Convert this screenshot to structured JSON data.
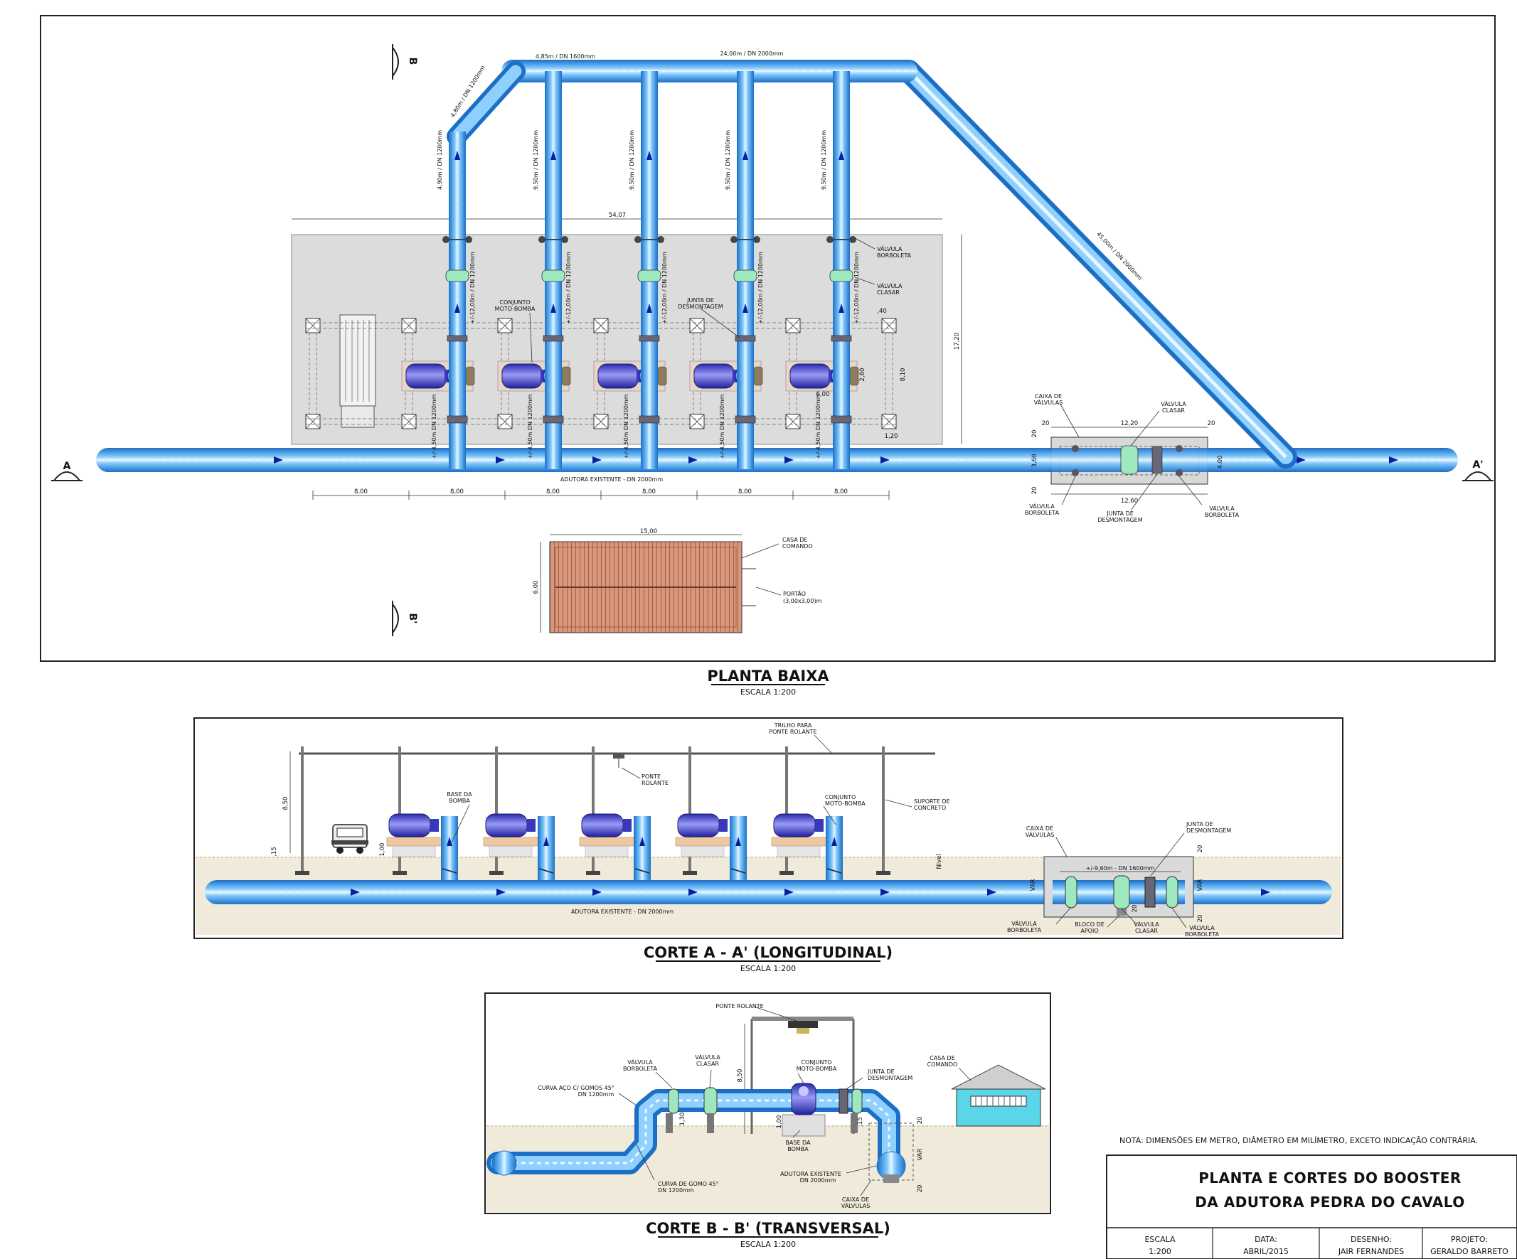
{
  "colors": {
    "pipe": "#45a8ee",
    "pipe_core": "#d7efff",
    "pipe_edge": "#1c6fc4",
    "flow_arrow": "#0a1f9e",
    "slab": "#dcdcdc",
    "pump_body": "#4848d8",
    "pump_base": "#f0c8a0",
    "valve": "#9de8bf",
    "roof": "#d58f73",
    "house_wall": "#5ad6e8",
    "ground": "#ece5d2"
  },
  "plan": {
    "title": "PLANTA BAIXA",
    "scale": "ESCALA 1:200",
    "section_marks": {
      "b": "B",
      "b_prime": "B'",
      "a": "A",
      "a_prime": "A'"
    },
    "pipe_labels": {
      "p1": "4,85m / DN 1600mm",
      "p2": "24,00m / DN 2000mm",
      "p3": "4,80m / DN 1200mm",
      "p4": "45,00m / DN 2000mm",
      "riser_first": "4,90m / DN 1200mm",
      "riser": "9,50m / DN 1200mm",
      "riser_mid": "+/-12,00m / DN 1200mm",
      "riser_low": "+/-4,50m DN 1200mm",
      "main": "ADUTORA EXISTENTE - DN 2000mm"
    },
    "dims": {
      "slab_width": "54,07",
      "slab_height": "17,20",
      "spacing": "8,00",
      "pump_len": "6,00",
      "pump_w": "2,60",
      "pump_total": "8,10",
      "col": ",40",
      "col2": "1,20",
      "box_w": "12,20",
      "box_outer": "12,60",
      "box_h": "4,00",
      "box_in": "3,60",
      "box_e": "20",
      "house_w": "15,00",
      "house_h": "6,00"
    },
    "labels": {
      "valvula_borboleta": [
        "VÁLVULA",
        "BORBOLETA"
      ],
      "valvula_clasar": [
        "VÁLVULA",
        "CLASAR"
      ],
      "conjunto": [
        "CONJUNTO",
        "MOTO-BOMBA"
      ],
      "junta": [
        "JUNTA DE",
        "DESMONTAGEM"
      ],
      "caixa": [
        "CAIXA DE",
        "VÁLVULAS"
      ],
      "casa": [
        "CASA DE",
        "COMANDO"
      ],
      "portao": [
        "PORTÃO",
        "(3,00x3,00)m"
      ]
    }
  },
  "corte_a": {
    "title": "CORTE A - A' (LONGITUDINAL)",
    "scale": "ESCALA 1:200",
    "labels": {
      "trilho": [
        "TRILHO PARA",
        "PONTE ROLANTE"
      ],
      "ponte": [
        "PONTE",
        "ROLANTE"
      ],
      "base": [
        "BASE DA",
        "BOMBA"
      ],
      "conjunto": [
        "CONJUNTO",
        "MOTO-BOMBA"
      ],
      "suporte": [
        "SUPORTE DE",
        "CONCRETO"
      ],
      "caixa": [
        "CAIXA DE",
        "VÁLVULAS"
      ],
      "junta": [
        "JUNTA DE",
        "DESMONTAGEM"
      ],
      "valv_borb": [
        "VÁLVULA",
        "BORBOLETA"
      ],
      "bloco": [
        "BLOCO DE",
        "APOIO"
      ],
      "valv_clasar": [
        "VÁLVULA",
        "CLASAR"
      ],
      "valv_borb2": [
        "VÁLVULA",
        "BORBOLETA"
      ]
    },
    "pipe_label": "+/-9,60m - DN 1600mm",
    "main": "ADUTORA EXISTENTE - DN 2000mm",
    "dims": {
      "h": "8,50",
      "d1": "1,00",
      "d2": ",15",
      "d3": "VAR",
      "d4": "20",
      "d5": "Nivel"
    }
  },
  "corte_b": {
    "title": "CORTE B - B' (TRANSVERSAL)",
    "scale": "ESCALA 1:200",
    "labels": {
      "ponte": "PONTE ROLANTE",
      "valv_borb": [
        "VÁLVULA",
        "BORBOLETA"
      ],
      "valv_clasar": [
        "VÁLVULA",
        "CLASAR"
      ],
      "conjunto": [
        "CONJUNTO",
        "MOTO-BOMBA"
      ],
      "junta": [
        "JUNTA DE",
        "DESMONTAGEM"
      ],
      "casa": [
        "CASA DE",
        "COMANDO"
      ],
      "curva1": [
        "CURVA AÇO C/ GOMOS 45°",
        "DN 1200mm"
      ],
      "base": [
        "BASE DA",
        "BOMBA"
      ],
      "adutora": [
        "ADUTORA EXISTENTE",
        "DN 2000mm"
      ],
      "curva2": [
        "CURVA DE GOMO 45°",
        "DN 1200mm"
      ],
      "caixa": [
        "CAIXA DE",
        "VÁLVULAS"
      ]
    },
    "dims": {
      "h": "8,50",
      "d1": "1,30",
      "d2": "1,00",
      "d3": ",15",
      "d4": "20",
      "d5": "VAR"
    }
  },
  "note": "NOTA: DIMENSÕES EM METRO, DIÂMETRO EM MILÍMETRO, EXCETO INDICAÇÃO CONTRÁRIA.",
  "title_block": {
    "title_line1": "PLANTA E CORTES DO BOOSTER",
    "title_line2": "DA ADUTORA PEDRA DO CAVALO",
    "cells": [
      {
        "head": "ESCALA",
        "value": "1:200"
      },
      {
        "head": "DATA:",
        "value": "ABRIL/2015"
      },
      {
        "head": "DESENHO:",
        "value": "JAIR FERNANDES"
      },
      {
        "head": "PROJETO:",
        "value": "GERALDO BARRETO"
      }
    ]
  }
}
